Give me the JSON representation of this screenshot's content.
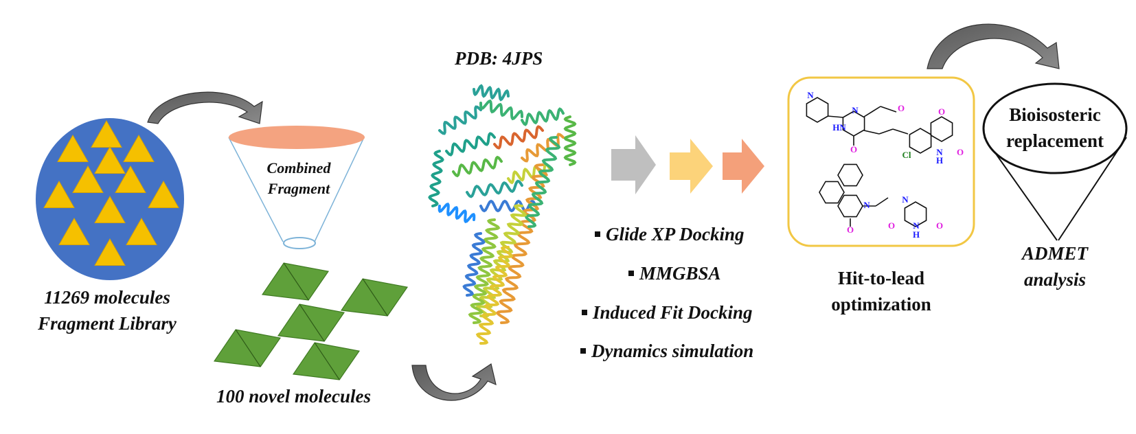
{
  "fragment_library": {
    "count_label": "11269 molecules",
    "name_label": "Fragment Library",
    "fill_color": "#4472c4",
    "triangle_color": "#f5c000"
  },
  "funnel": {
    "label_line1": "Combined",
    "label_line2": "Fragment",
    "top_color": "#f4a380"
  },
  "novel": {
    "label": "100 novel molecules",
    "pyramid_color": "#5fa03a"
  },
  "protein": {
    "title": "PDB: 4JPS"
  },
  "methods": [
    {
      "label": "Glide XP Docking"
    },
    {
      "label": "MMGBSA"
    },
    {
      "label": "Induced Fit Docking"
    },
    {
      "label": "Dynamics simulation"
    }
  ],
  "hit_to_lead": {
    "line1": "Hit-to-lead",
    "line2": "optimization",
    "box_color": "#f2c744",
    "atoms": {
      "n1": "N",
      "n2": "N",
      "hn": "HN",
      "o1": "O",
      "o2": "O",
      "o3": "O",
      "o4": "O",
      "cl": "Cl",
      "nh": "N",
      "h": "H",
      "n3": "N",
      "n4": "N",
      "o5": "O",
      "o6": "O",
      "o7": "O",
      "nh2": "N",
      "h2": "H"
    }
  },
  "bioisosteric": {
    "line1": "Bioisosteric",
    "line2": "replacement"
  },
  "admet": {
    "line1": "ADMET",
    "line2": "analysis"
  },
  "arrows": {
    "grey": "#bfbfbf",
    "yellow": "#fcd37a",
    "orange": "#f4a07a"
  }
}
